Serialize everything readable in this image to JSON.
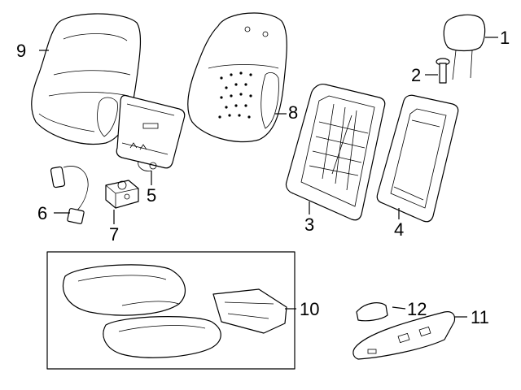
{
  "diagram": {
    "callouts": [
      {
        "id": "1",
        "label": "1"
      },
      {
        "id": "2",
        "label": "2"
      },
      {
        "id": "3",
        "label": "3"
      },
      {
        "id": "4",
        "label": "4"
      },
      {
        "id": "5",
        "label": "5"
      },
      {
        "id": "6",
        "label": "6"
      },
      {
        "id": "7",
        "label": "7"
      },
      {
        "id": "8",
        "label": "8"
      },
      {
        "id": "9",
        "label": "9"
      },
      {
        "id": "10",
        "label": "10"
      },
      {
        "id": "11",
        "label": "11"
      },
      {
        "id": "12",
        "label": "12"
      }
    ],
    "parts": [
      {
        "id": "headrest-1",
        "icon": "headrest-icon"
      },
      {
        "id": "guide-2",
        "icon": "headrest-guide-icon"
      },
      {
        "id": "frame-3",
        "icon": "seat-back-frame-icon"
      },
      {
        "id": "panel-4",
        "icon": "back-panel-icon"
      },
      {
        "id": "module-5",
        "icon": "lumbar-module-icon"
      },
      {
        "id": "harness-6",
        "icon": "wire-harness-icon"
      },
      {
        "id": "motor-7",
        "icon": "motor-icon"
      },
      {
        "id": "cover-8",
        "icon": "perforated-back-cover-icon"
      },
      {
        "id": "cover-9",
        "icon": "back-cover-icon"
      },
      {
        "id": "cushion-10",
        "icon": "seat-cushion-icon"
      },
      {
        "id": "shield-11",
        "icon": "side-shield-icon"
      },
      {
        "id": "trim-12",
        "icon": "trim-piece-icon"
      }
    ]
  }
}
